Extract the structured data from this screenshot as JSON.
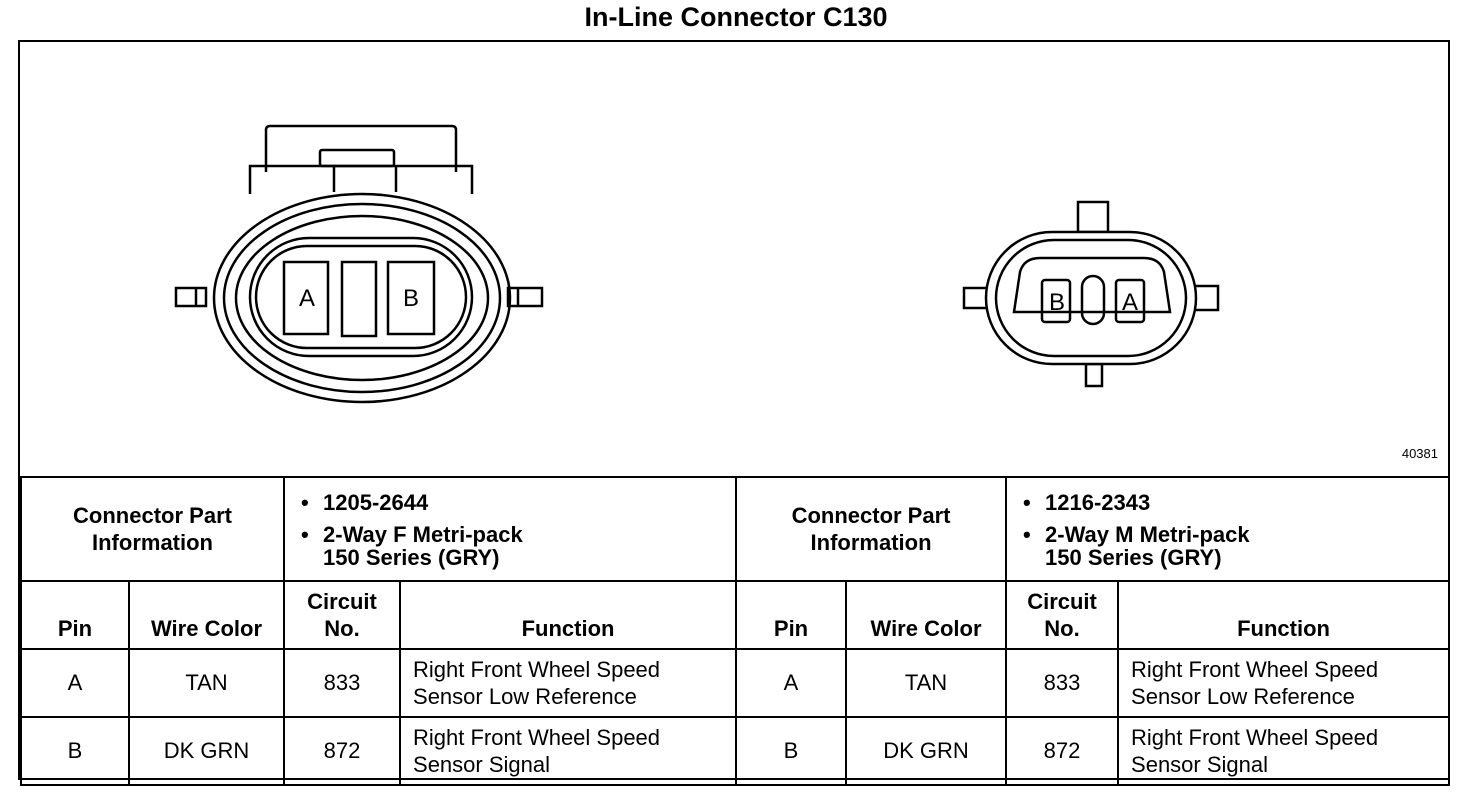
{
  "title": "In-Line Connector C130",
  "figure_number": "40381",
  "connectors": [
    {
      "pin_labels": [
        "A",
        "B"
      ],
      "part_info_label": "Connector Part Information",
      "part_lines": [
        "1205-2644",
        "2-Way F Metri-pack",
        "150 Series (GRY)"
      ],
      "headers": {
        "pin": "Pin",
        "wire_color": "Wire Color",
        "circuit": "Circuit No.",
        "function": "Function"
      },
      "rows": [
        {
          "pin": "A",
          "wire_color": "TAN",
          "circuit": "833",
          "function_1": "Right Front Wheel Speed",
          "function_2": "Sensor Low Reference"
        },
        {
          "pin": "B",
          "wire_color": "DK GRN",
          "circuit": "872",
          "function_1": "Right Front Wheel Speed",
          "function_2": "Sensor Signal"
        }
      ]
    },
    {
      "pin_labels": [
        "B",
        "A"
      ],
      "part_info_label": "Connector Part Information",
      "part_lines": [
        "1216-2343",
        "2-Way M Metri-pack",
        "150 Series (GRY)"
      ],
      "headers": {
        "pin": "Pin",
        "wire_color": "Wire Color",
        "circuit": "Circuit No.",
        "function": "Function"
      },
      "rows": [
        {
          "pin": "A",
          "wire_color": "TAN",
          "circuit": "833",
          "function_1": "Right Front Wheel Speed",
          "function_2": "Sensor Low Reference"
        },
        {
          "pin": "B",
          "wire_color": "DK GRN",
          "circuit": "872",
          "function_1": "Right Front Wheel Speed",
          "function_2": "Sensor Signal"
        }
      ]
    }
  ]
}
